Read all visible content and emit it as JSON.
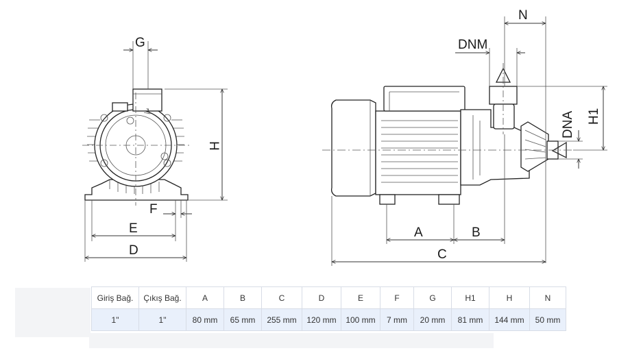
{
  "drawing": {
    "labels": {
      "g": "G",
      "h": "H",
      "f": "F",
      "e": "E",
      "d": "D",
      "n": "N",
      "dnm": "DNM",
      "dna": "DNA",
      "h1": "H1",
      "a": "A",
      "b": "B",
      "c": "C"
    }
  },
  "table": {
    "headers": [
      "Giriş Bağ.",
      "Çıkış Bağ.",
      "A",
      "B",
      "C",
      "D",
      "E",
      "F",
      "G",
      "H1",
      "H",
      "N"
    ],
    "values": [
      "1\"",
      "1\"",
      "80 mm",
      "65 mm",
      "255 mm",
      "120 mm",
      "100 mm",
      "7 mm",
      "20 mm",
      "81 mm",
      "144 mm",
      "50 mm"
    ]
  },
  "colors": {
    "table_value_row": "#e9f0fb",
    "table_border": "#d7dce6",
    "line": "#222222"
  }
}
